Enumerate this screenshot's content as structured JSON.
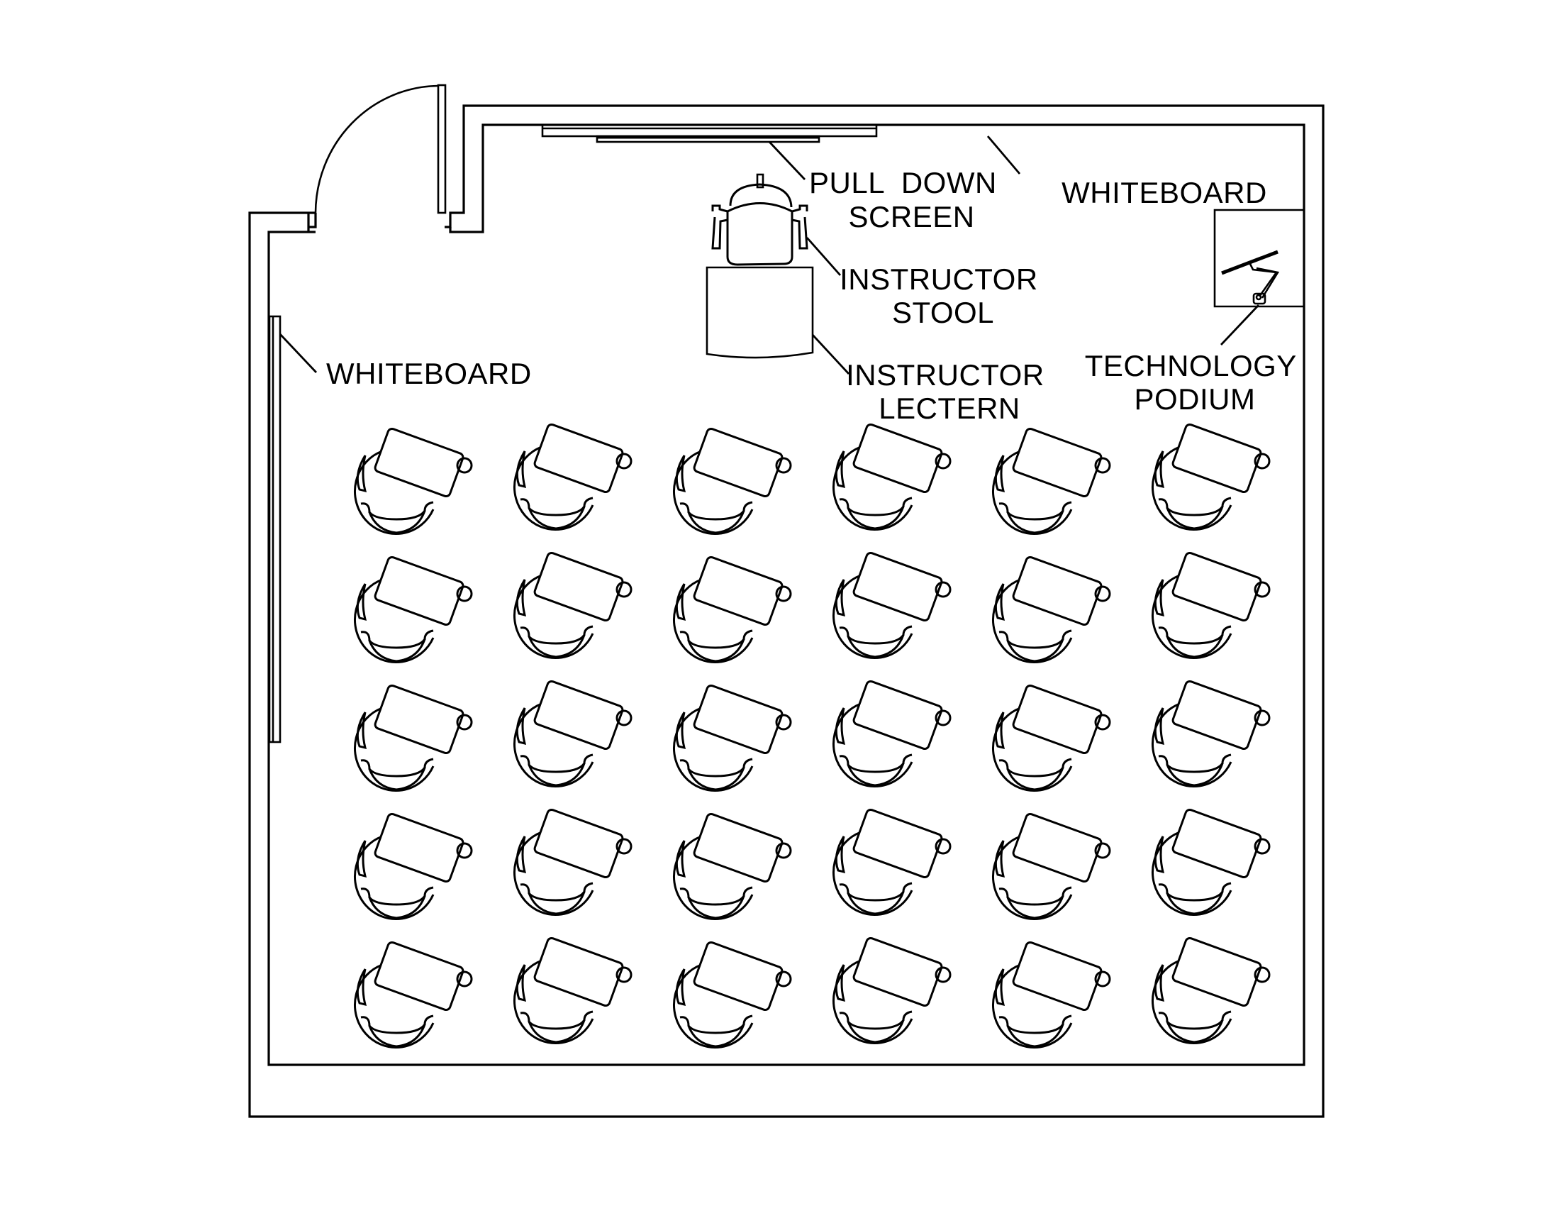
{
  "diagram": {
    "type": "classroom-floor-plan",
    "colors": {
      "line": "#000000",
      "background": "#ffffff"
    },
    "labels": {
      "pull_down_screen": [
        "PULL  DOWN",
        "SCREEN"
      ],
      "whiteboard_top": [
        "WHITEBOARD"
      ],
      "instructor_stool": [
        "INSTRUCTOR",
        "STOOL"
      ],
      "technology_podium": [
        "TECHNOLOGY",
        "PODIUM"
      ],
      "whiteboard_left": [
        "WHITEBOARD"
      ],
      "instructor_lectern": [
        "INSTRUCTOR",
        "LECTERN"
      ]
    },
    "student_seating": {
      "rows": 5,
      "columns": 6,
      "total_desks": 30,
      "element": "tablet-arm chair"
    }
  }
}
